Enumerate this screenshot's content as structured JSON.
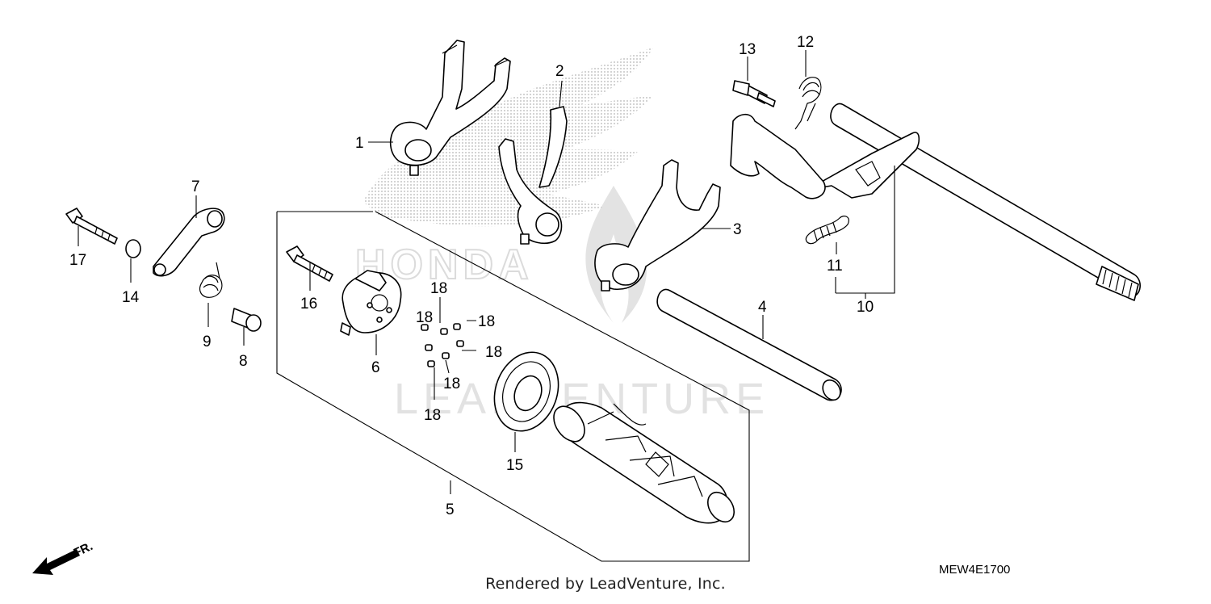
{
  "callouts": [
    "1",
    "2",
    "3",
    "4",
    "5",
    "6",
    "7",
    "8",
    "9",
    "10",
    "11",
    "12",
    "13",
    "14",
    "15",
    "16",
    "17",
    "18"
  ],
  "diagram_id": "MEW4E1700",
  "footer": "Rendered by LeadVenture, Inc.",
  "front_indicator": "FR.",
  "watermarks": [
    "HONDA",
    "LEADVENTURE"
  ],
  "colors": {
    "line": "#000000",
    "background": "#ffffff",
    "watermark": "#bdbdbd"
  }
}
